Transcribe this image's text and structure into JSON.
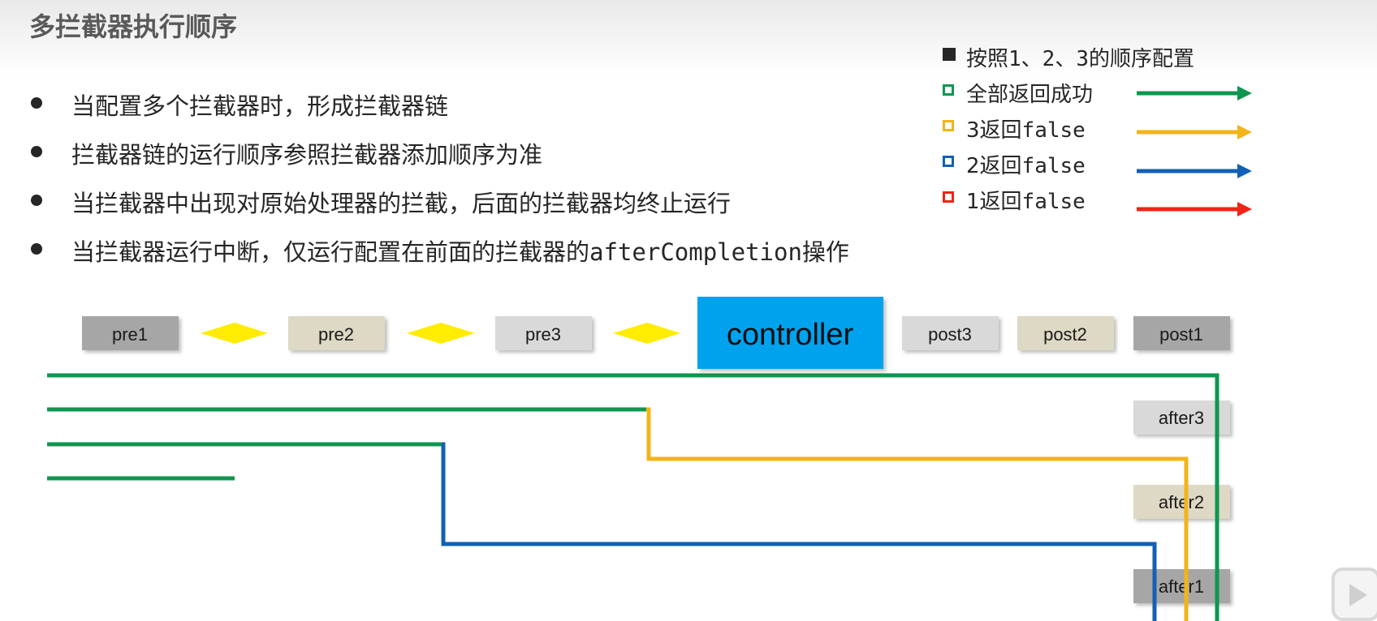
{
  "title": "多拦截器执行顺序",
  "bullets": [
    {
      "text": "当配置多个拦截器时，形成拦截器链"
    },
    {
      "text": "拦截器链的运行顺序参照拦截器添加顺序为准"
    },
    {
      "text": "当拦截器中出现对原始处理器的拦截，后面的拦截器均终止运行"
    },
    {
      "text_before": "当拦截器运行中断，仅运行配置在前面的拦截器的",
      "code": "afterCompletion",
      "text_after": "操作"
    }
  ],
  "legend": {
    "items": [
      {
        "prefix": "按照",
        "code": "1、2、3",
        "suffix": "的顺序配置",
        "color": "#262626",
        "has_arrow": false
      },
      {
        "prefix": "全部返回成功",
        "code": "",
        "suffix": "",
        "color": "#0f9650",
        "has_arrow": true
      },
      {
        "prefix": "3返回",
        "code": "false",
        "suffix": "",
        "color": "#f3b418",
        "has_arrow": true
      },
      {
        "prefix": "2返回",
        "code": "false",
        "suffix": "",
        "color": "#1260b5",
        "has_arrow": true
      },
      {
        "prefix": "1返回",
        "code": "false",
        "suffix": "",
        "color": "#ee2416",
        "has_arrow": true
      }
    ]
  },
  "nodes": {
    "pre1": "pre1",
    "pre2": "pre2",
    "pre3": "pre3",
    "controller": "controller",
    "post3": "post3",
    "post2": "post2",
    "post1": "post1",
    "after3": "after3",
    "after2": "after2",
    "after1": "after1"
  },
  "colors": {
    "green": "#0f9650",
    "yellow": "#f3b418",
    "blue": "#1260b5",
    "red": "#ee2416",
    "controller": "#00a2ee",
    "diamond": "#ffec00"
  }
}
